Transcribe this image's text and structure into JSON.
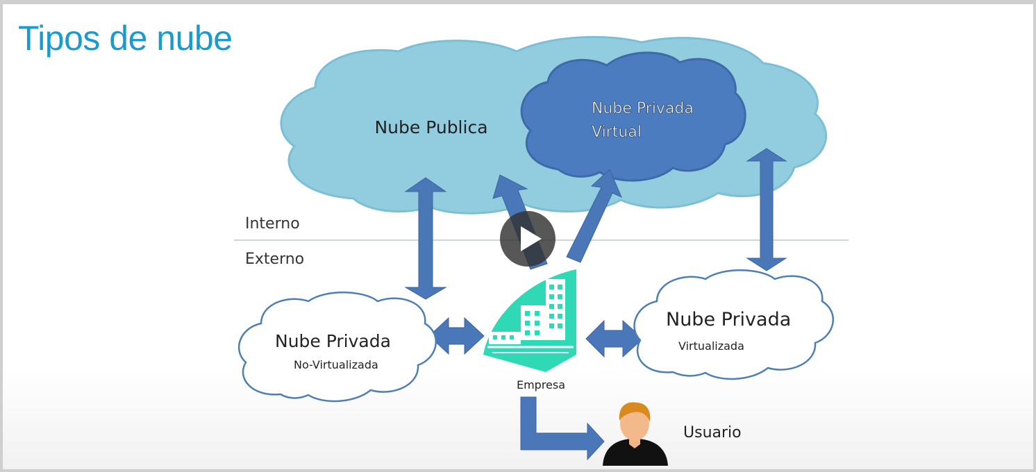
{
  "slide": {
    "title": "Tipos de nube"
  },
  "diagram": {
    "public_cloud": "Nube Publica",
    "virtual_private_cloud": [
      "Nube Privada",
      "Virtual"
    ],
    "boundary": {
      "internal": "Interno",
      "external": "Externo"
    },
    "private_cloud_nonvirtual": {
      "title": "Nube Privada",
      "subtitle": "No-Virtualizada"
    },
    "private_cloud_virtualized": {
      "title": "Nube Privada",
      "subtitle": "Virtualizada"
    },
    "company": "Empresa",
    "user": "Usuario"
  },
  "player": {
    "control": "play-icon"
  },
  "colors": {
    "title": "#1a9bd0",
    "public_cloud_fill": "#92cddf",
    "virtual_cloud_fill": "#4a7cbf",
    "arrow": "#4a77b8",
    "building": "#2fd9b5"
  }
}
